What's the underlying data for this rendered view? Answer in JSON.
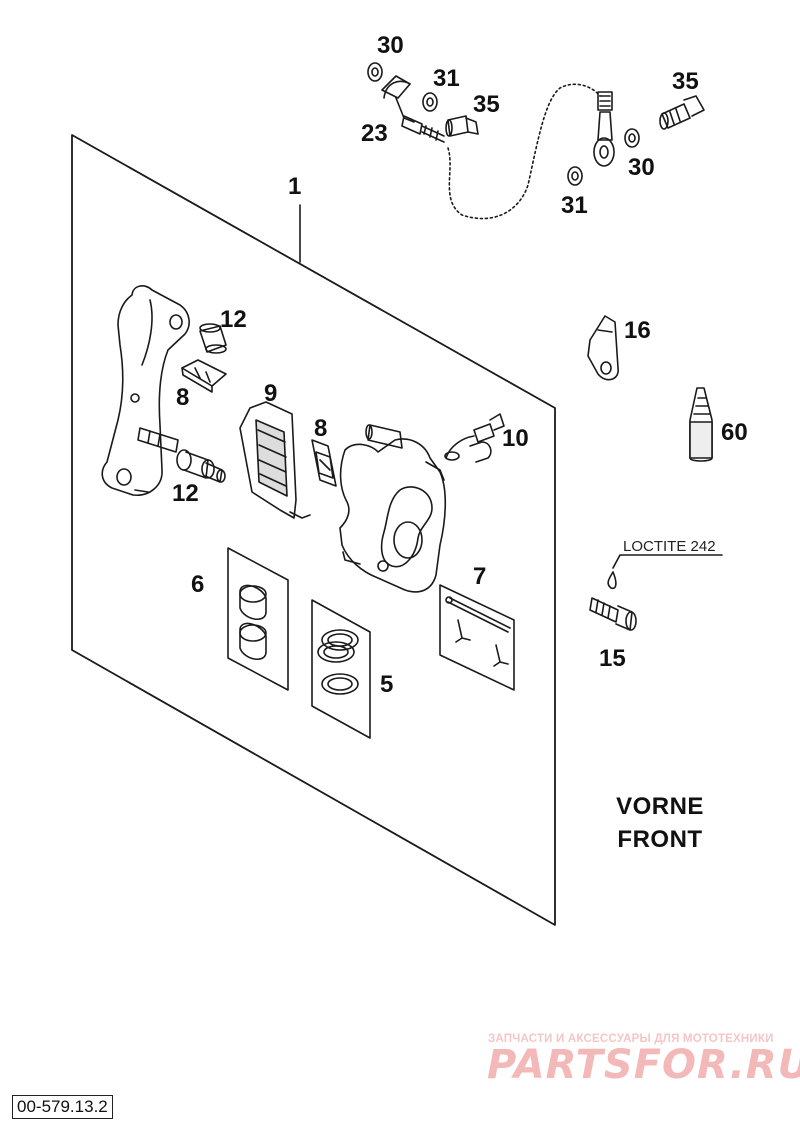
{
  "callouts": {
    "c1": "1",
    "c5": "5",
    "c6": "6",
    "c7": "7",
    "c8a": "8",
    "c8b": "8",
    "c9": "9",
    "c10": "10",
    "c12a": "12",
    "c12b": "12",
    "c15": "15",
    "c16": "16",
    "c23": "23",
    "c30a": "30",
    "c30b": "30",
    "c31a": "31",
    "c31b": "31",
    "c35a": "35",
    "c35b": "35",
    "c60": "60"
  },
  "loctite_label": "LOCTITE 242",
  "front_label": {
    "line1": "VORNE",
    "line2": "FRONT"
  },
  "drawing_code": "00-579.13.2",
  "watermark": {
    "tagline": "ЗАПЧАСТИ И АКСЕССУАРЫ ДЛЯ МОТОТЕХНИКИ",
    "logo": "PARTSFOR.RU"
  },
  "colors": {
    "line": "#1a1a1a",
    "watermark": "#f3b8b8"
  }
}
